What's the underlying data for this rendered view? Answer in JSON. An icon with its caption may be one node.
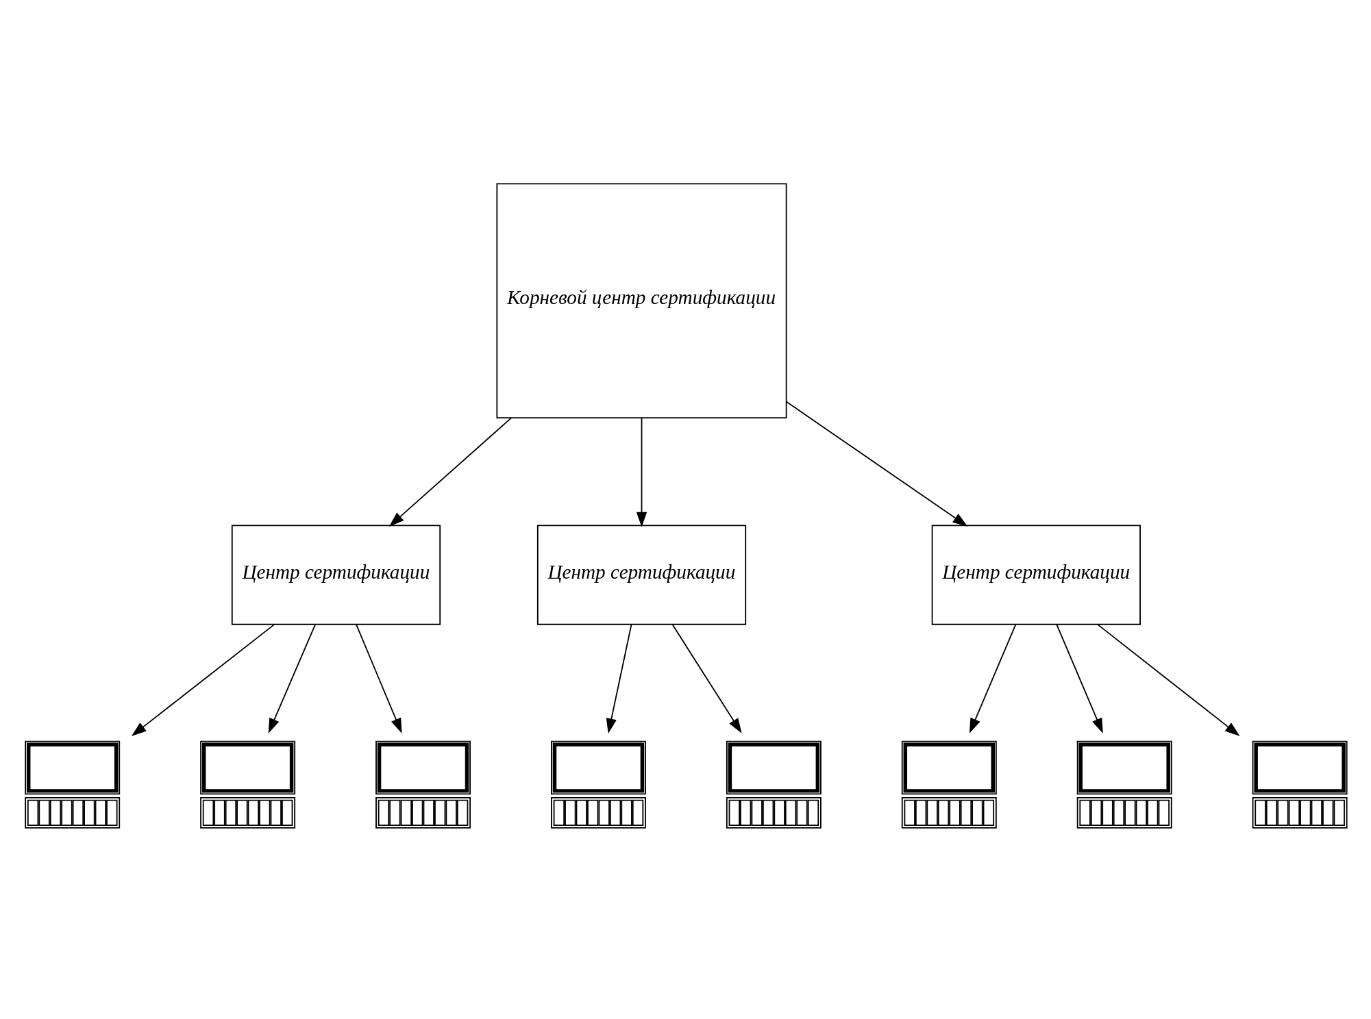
{
  "diagram": {
    "nodes": [
      {
        "text": [
          "Корневой центр сертификации"
        ]
      },
      {
        "text": [
          "Центр сертификации"
        ]
      },
      {
        "text": [
          "Центр сертификации"
        ]
      },
      {
        "text": [
          "Центр сертификации"
        ]
      },
      {
        "text": [],
        "shape": "picture"
      },
      {
        "text": [],
        "shape": "picture"
      },
      {
        "text": [],
        "shape": "picture"
      },
      {
        "text": [],
        "shape": "picture"
      },
      {
        "text": [],
        "shape": "picture"
      },
      {
        "text": [],
        "shape": "picture"
      },
      {
        "text": [],
        "shape": "picture"
      },
      {
        "text": [],
        "shape": "picture"
      }
    ],
    "edges": [
      {
        "from": 0,
        "to": 1,
        "arrow": "to"
      },
      {
        "from": 0,
        "to": 2,
        "arrow": "to"
      },
      {
        "from": 0,
        "to": 3,
        "arrow": "to"
      },
      {
        "from": 1,
        "to": 4,
        "arrow": "to"
      },
      {
        "from": 1,
        "to": 5,
        "arrow": "to"
      },
      {
        "from": 1,
        "to": 6,
        "arrow": "to"
      },
      {
        "from": 2,
        "to": 7,
        "arrow": "to"
      },
      {
        "from": 2,
        "to": 8,
        "arrow": "to"
      },
      {
        "from": 3,
        "to": 9,
        "arrow": "to"
      },
      {
        "from": 3,
        "to": 10,
        "arrow": "to"
      },
      {
        "from": 3,
        "to": 11,
        "arrow": "to"
      }
    ]
  }
}
